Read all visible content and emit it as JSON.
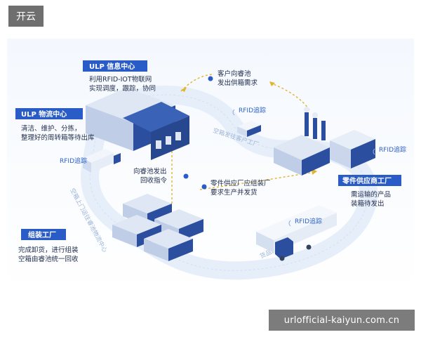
{
  "corner_badge": "开云",
  "watermark": "urlofficial-kaiyun.com.cn",
  "colors": {
    "accent": "#2a5cc7",
    "road": "#e6eef9",
    "building_dark": "#2b4f9e",
    "building_light": "#dfe7f4"
  },
  "boxes": {
    "info": {
      "title": "ULP 信息中心",
      "lines": [
        "利用RFID-IOT物联网",
        "实现调度，跟踪，协同"
      ]
    },
    "logistics": {
      "title": "ULP 物流中心",
      "lines": [
        "清洁、维护、分拣，",
        "整理好的周转箱等待出库"
      ]
    },
    "assembly": {
      "title": "组装工厂",
      "lines": [
        "完成卸货，进行组装",
        "空箱由睿池统一回收"
      ]
    },
    "supplier": {
      "title": "零件供应商工厂",
      "lines": [
        "需运输的产品",
        "装箱待发出"
      ]
    }
  },
  "steps": {
    "customer_demand": [
      "客户向睿池",
      "发出供箱需求"
    ],
    "recycle_order": [
      "向睿池发出",
      "回收指令"
    ],
    "supplier_order": [
      "零件供应厂应组装厂",
      "要求生产并发货"
    ]
  },
  "rfid_tags": [
    "RFID追踪",
    "RFID追踪",
    "RFID追踪",
    "RFID追踪"
  ],
  "road_labels": {
    "to_customer": "空箱发往客户工厂",
    "return": "空箱上门运往睿池物流中心",
    "to_assembly": "货品发往组装工厂"
  }
}
